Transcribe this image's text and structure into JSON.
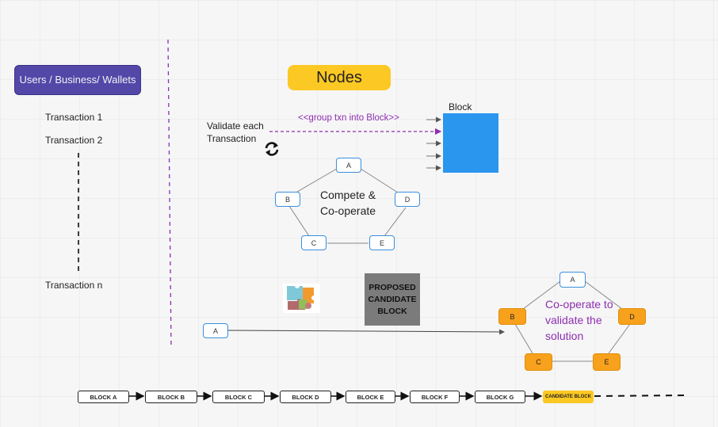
{
  "headers": {
    "users": "Users / Business/ Wallets",
    "nodes": "Nodes"
  },
  "transactions": {
    "t1": "Transaction 1",
    "t2": "Transaction 2",
    "tn": "Transaction n"
  },
  "validate_label": "Validate each Transaction",
  "group_label": "<<group txn into Block>>",
  "block_label": "Block",
  "compete": {
    "text": "Compete & Co-operate",
    "nodes": [
      "A",
      "B",
      "C",
      "D",
      "E"
    ]
  },
  "proposed_label": "PROPOSED CANDIDATE BLOCK",
  "miner_node": "A",
  "cooperate": {
    "text": "Co-operate to validate the solution",
    "nodes": [
      "A",
      "B",
      "C",
      "D",
      "E"
    ]
  },
  "chain": [
    "BLOCK A",
    "BLOCK B",
    "BLOCK C",
    "BLOCK D",
    "BLOCK E",
    "BLOCK F",
    "BLOCK G"
  ],
  "candidate_block": "CANDIDATE BLOCK",
  "colors": {
    "users_bg": "#5347a8",
    "nodes_bg": "#fcc823",
    "block_blue": "#2a96ee",
    "divider": "#8e2eb0",
    "orange_node": "#f8a11c",
    "proposed_bg": "#7b7b7b"
  },
  "icons": {
    "refresh": "refresh-icon",
    "puzzle": "puzzle-icon"
  }
}
